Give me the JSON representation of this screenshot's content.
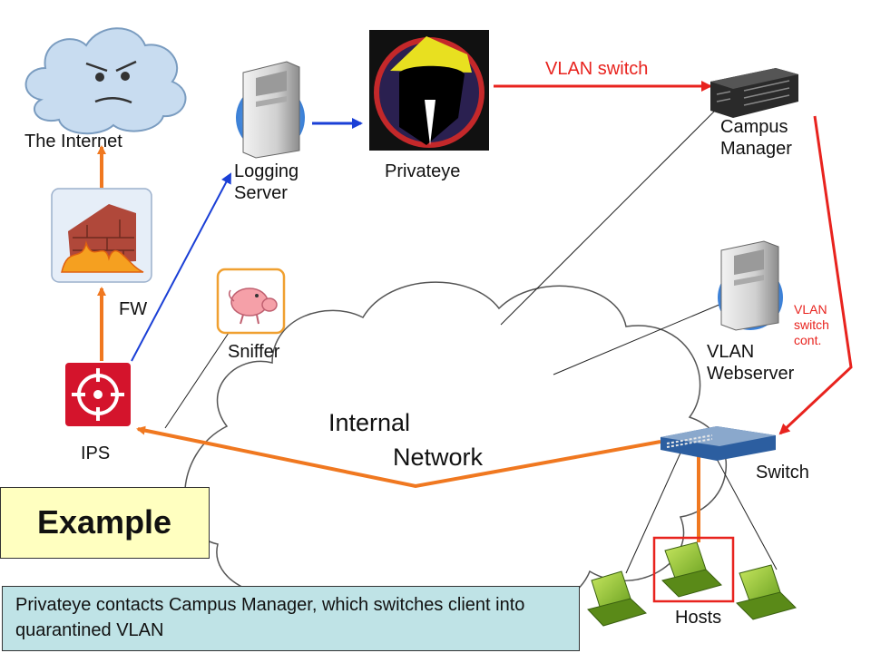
{
  "labels": {
    "internet": "The Internet",
    "fw": "FW",
    "ips": "IPS",
    "logging_server": "Logging\nServer",
    "privateeye": "Privateye",
    "sniffer": "Sniffer",
    "campus_manager": "Campus\nManager",
    "vlan_webserver": "VLAN\nWebserver",
    "switch": "Switch",
    "hosts": "Hosts",
    "internal_network_line1": "Internal",
    "internal_network_line2": "Network",
    "vlan_switch": "VLAN switch",
    "vlan_switch_cont": "VLAN\nswitch\ncont."
  },
  "example": {
    "title": "Example"
  },
  "caption": {
    "text": "Privateye contacts Campus Manager, which switches client into quarantined VLAN"
  },
  "icons": [
    "cloud-face-icon",
    "firewall-icon",
    "ips-target-icon",
    "server-icon",
    "spy-icon",
    "pig-icon",
    "rack-server-icon",
    "network-switch-icon",
    "laptop-icon"
  ],
  "colors": {
    "orange_link": "#f07820",
    "red_link": "#e8231e",
    "blue_link": "#1a3fd6",
    "example_bg": "#ffffc0",
    "caption_bg": "#bfe3e6"
  }
}
